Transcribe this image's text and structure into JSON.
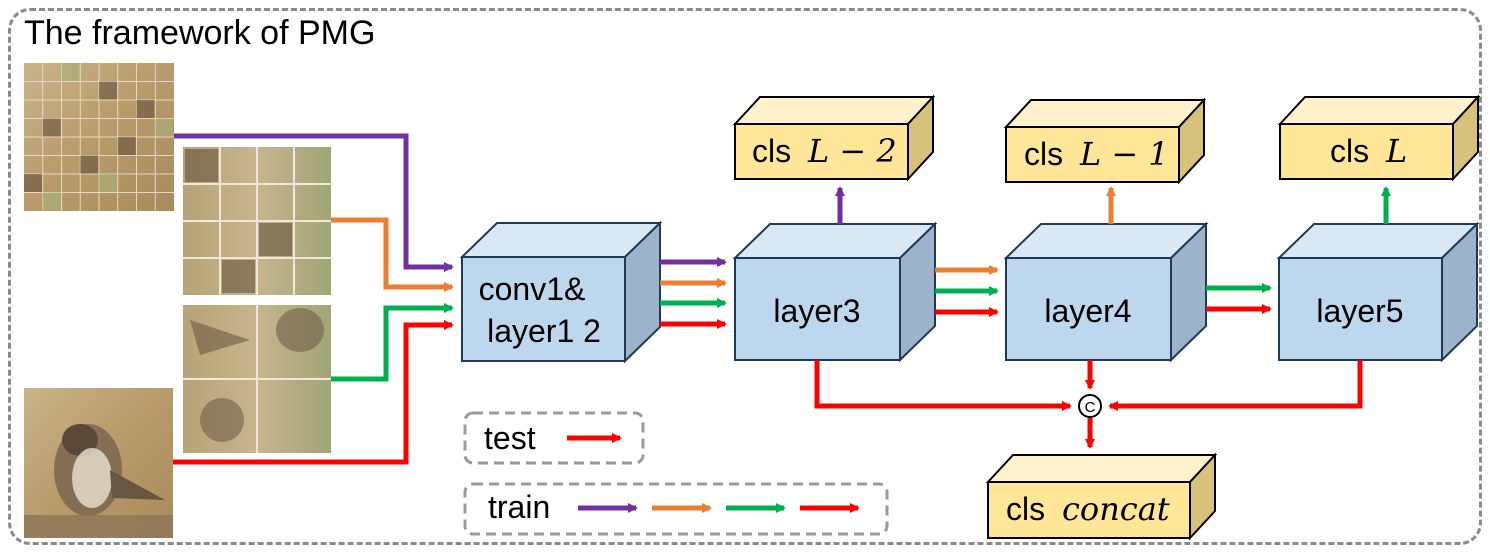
{
  "title": "The framework of PMG",
  "blocks": {
    "conv": {
      "line1": "conv1&",
      "line2": "layer1 2"
    },
    "layer3": "layer3",
    "layer4": "layer4",
    "layer5": "layer5"
  },
  "classifiers": {
    "cls_l2": {
      "prefix": "cls",
      "math": "L − 2"
    },
    "cls_l1": {
      "prefix": "cls",
      "math": "L − 1"
    },
    "cls_l": {
      "prefix": "cls",
      "math": "L"
    },
    "cls_concat": {
      "prefix": "cls",
      "math": "concat"
    }
  },
  "concat_symbol": "C",
  "legend": {
    "test_label": "test",
    "train_label": "train"
  },
  "colors": {
    "purple": "#7030a0",
    "orange": "#ed7d31",
    "green": "#00b050",
    "red": "#ff0000",
    "block_front": "#bdd7ee",
    "block_top": "#dae8f6",
    "block_side": "#9db3c9",
    "cls_front": "#ffe699",
    "cls_top": "#fff2cc",
    "cls_side": "#d6c27a"
  }
}
